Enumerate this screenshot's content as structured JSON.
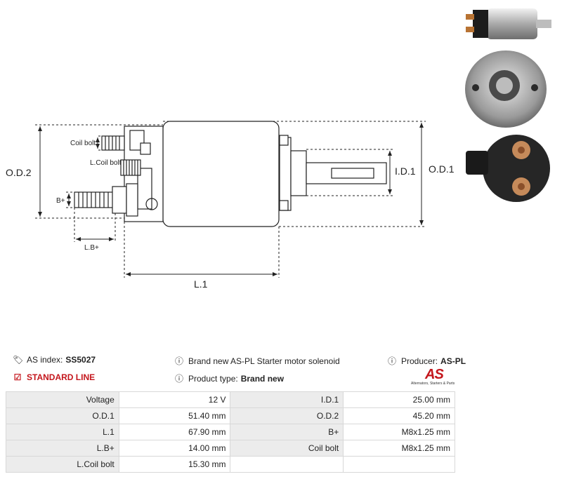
{
  "diagram": {
    "labels": {
      "od2": "O.D.2",
      "od1": "O.D.1",
      "id1": "I.D.1",
      "l1": "L.1",
      "coil_bolt": "Coil bolt",
      "l_coil_bolt": "L.Coil bolt",
      "b_plus": "B+",
      "lb_plus": "L.B+"
    }
  },
  "info": {
    "as_index_label": "AS index:",
    "as_index_value": "SS5027",
    "standard_line": "STANDARD LINE",
    "description": "Brand new AS-PL Starter motor solenoid",
    "product_type_label": "Product type:",
    "product_type_value": "Brand new",
    "producer_label": "Producer:",
    "producer_value": "AS-PL",
    "logo_text": "AS",
    "logo_tagline": "Alternators, Starters & Parts"
  },
  "specs": [
    {
      "l1": "Voltage",
      "v1": "12 V",
      "l2": "I.D.1",
      "v2": "25.00 mm"
    },
    {
      "l1": "O.D.1",
      "v1": "51.40 mm",
      "l2": "O.D.2",
      "v2": "45.20 mm"
    },
    {
      "l1": "L.1",
      "v1": "67.90 mm",
      "l2": "B+",
      "v2": "M8x1.25 mm"
    },
    {
      "l1": "L.B+",
      "v1": "14.00 mm",
      "l2": "Coil bolt",
      "v2": "M8x1.25 mm"
    },
    {
      "l1": "L.Coil bolt",
      "v1": "15.30 mm",
      "l2": "",
      "v2": ""
    }
  ]
}
